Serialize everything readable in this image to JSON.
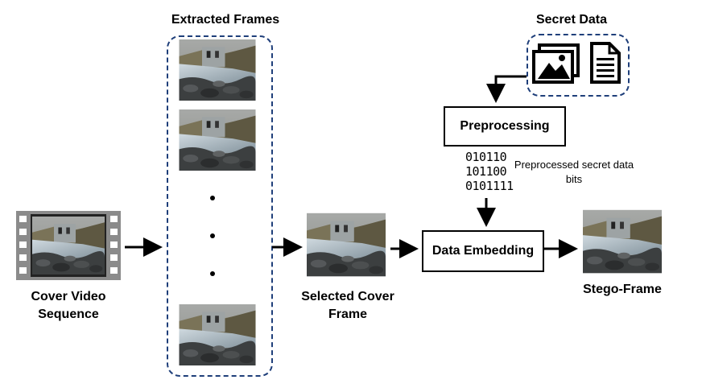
{
  "extracted_frames_label": "Extracted Frames",
  "secret_data_label": "Secret Data",
  "preprocessing_label": "Preprocessing",
  "bits": [
    "010110",
    "101100",
    "0101111"
  ],
  "bits_caption": "Preprocessed secret data bits",
  "cover_video_label": "Cover Video Sequence",
  "selected_cover_label": "Selected Cover Frame",
  "data_embedding_label": "Data Embedding",
  "stego_frame_label": "Stego-Frame",
  "colors": {
    "dashed_border": "#1f3f7a",
    "box_border": "#000000"
  }
}
